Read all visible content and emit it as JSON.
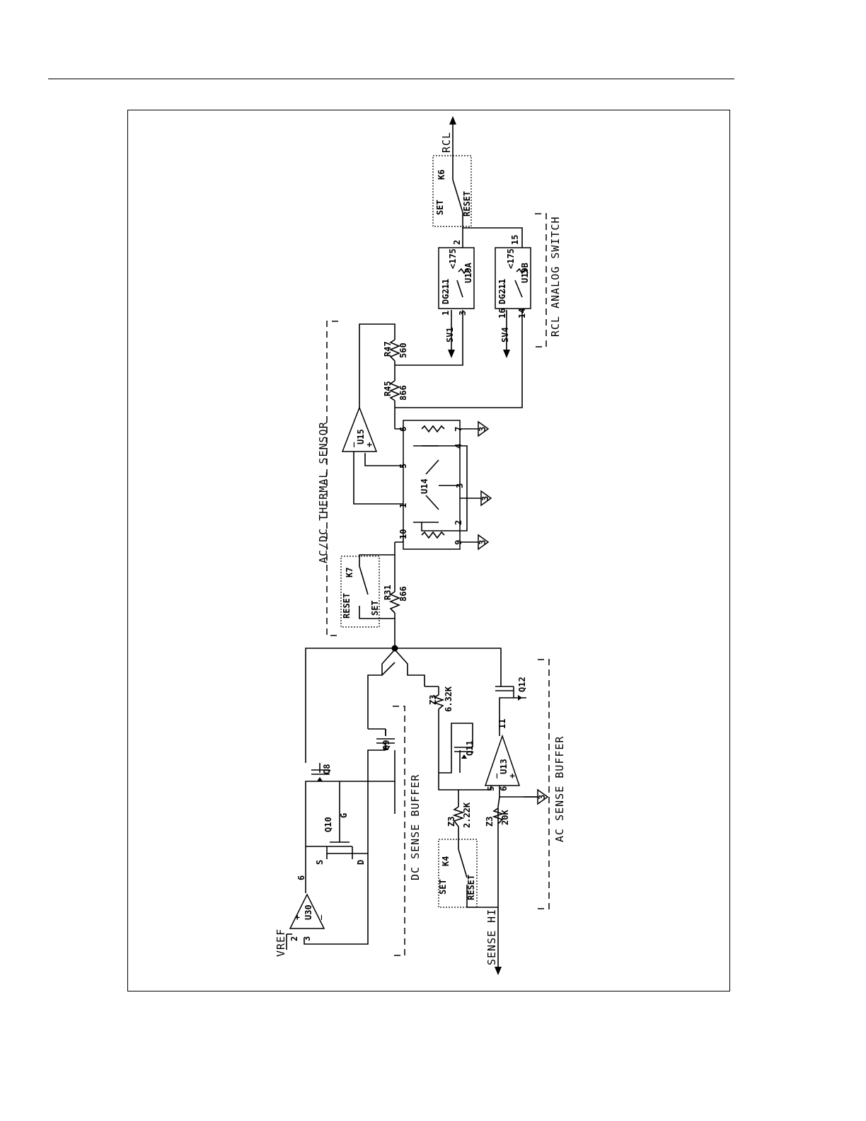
{
  "labels": {
    "vref": "VREF",
    "sense_hi": "SENSE HI",
    "rcl": "RCL",
    "dc_sense_buffer": "DC SENSE BUFFER",
    "ac_sense_buffer": "AC SENSE BUFFER",
    "thermal_sensor": "AC/DC THERMAL SENSOR",
    "rcl_analog_switch": "RCL ANALOG SWITCH",
    "sv1": "SV1",
    "sv4": "SV4"
  },
  "components": {
    "u30": {
      "ref": "U30",
      "pin_2": "2",
      "pin_3": "3",
      "pin_6": "6",
      "plus": "+",
      "minus": "_"
    },
    "q10": {
      "ref": "Q10",
      "s": "S",
      "g": "G",
      "d": "D"
    },
    "q8": {
      "ref": "Q8"
    },
    "q9": {
      "ref": "Q9"
    },
    "q11": {
      "ref": "Q11"
    },
    "q12": {
      "ref": "Q12"
    },
    "u13": {
      "ref": "U13",
      "pin_5": "5",
      "pin_6": "6",
      "pin_11": "11",
      "minus": "_",
      "plus": "+"
    },
    "z3_632k": {
      "ref": "Z3",
      "value": "6.32K"
    },
    "z3_222k": {
      "ref": "Z3",
      "value": "2.22K"
    },
    "z3_20k": {
      "ref": "Z3",
      "value": "20K"
    },
    "k4": {
      "ref": "K4",
      "set": "SET",
      "reset": "RESET"
    },
    "k7": {
      "ref": "K7",
      "set": "SET",
      "reset": "RESET"
    },
    "k6": {
      "ref": "K6",
      "set": "SET",
      "reset": "RESET"
    },
    "r31": {
      "ref": "R31",
      "value": "866"
    },
    "r45": {
      "ref": "R45",
      "value": "866"
    },
    "r47": {
      "ref": "R47",
      "value": "560"
    },
    "u14": {
      "ref": "U14",
      "pin_1": "1",
      "pin_2": "2",
      "pin_3": "3",
      "pin_4": "4",
      "pin_5": "5",
      "pin_6": "6",
      "pin_7": "7",
      "pin_9": "9",
      "pin_10": "10"
    },
    "u15": {
      "ref": "U15",
      "minus": "_",
      "plus": "+"
    },
    "u19a": {
      "ref": "U19A",
      "part": "DG211",
      "code": "<175",
      "pin_1": "1",
      "pin_2": "2",
      "pin_3": "3"
    },
    "u19b": {
      "ref": "U19B",
      "part": "DG211",
      "code": "<175",
      "pin_14": "14",
      "pin_15": "15",
      "pin_16": "16"
    },
    "ground_ref": "3"
  }
}
